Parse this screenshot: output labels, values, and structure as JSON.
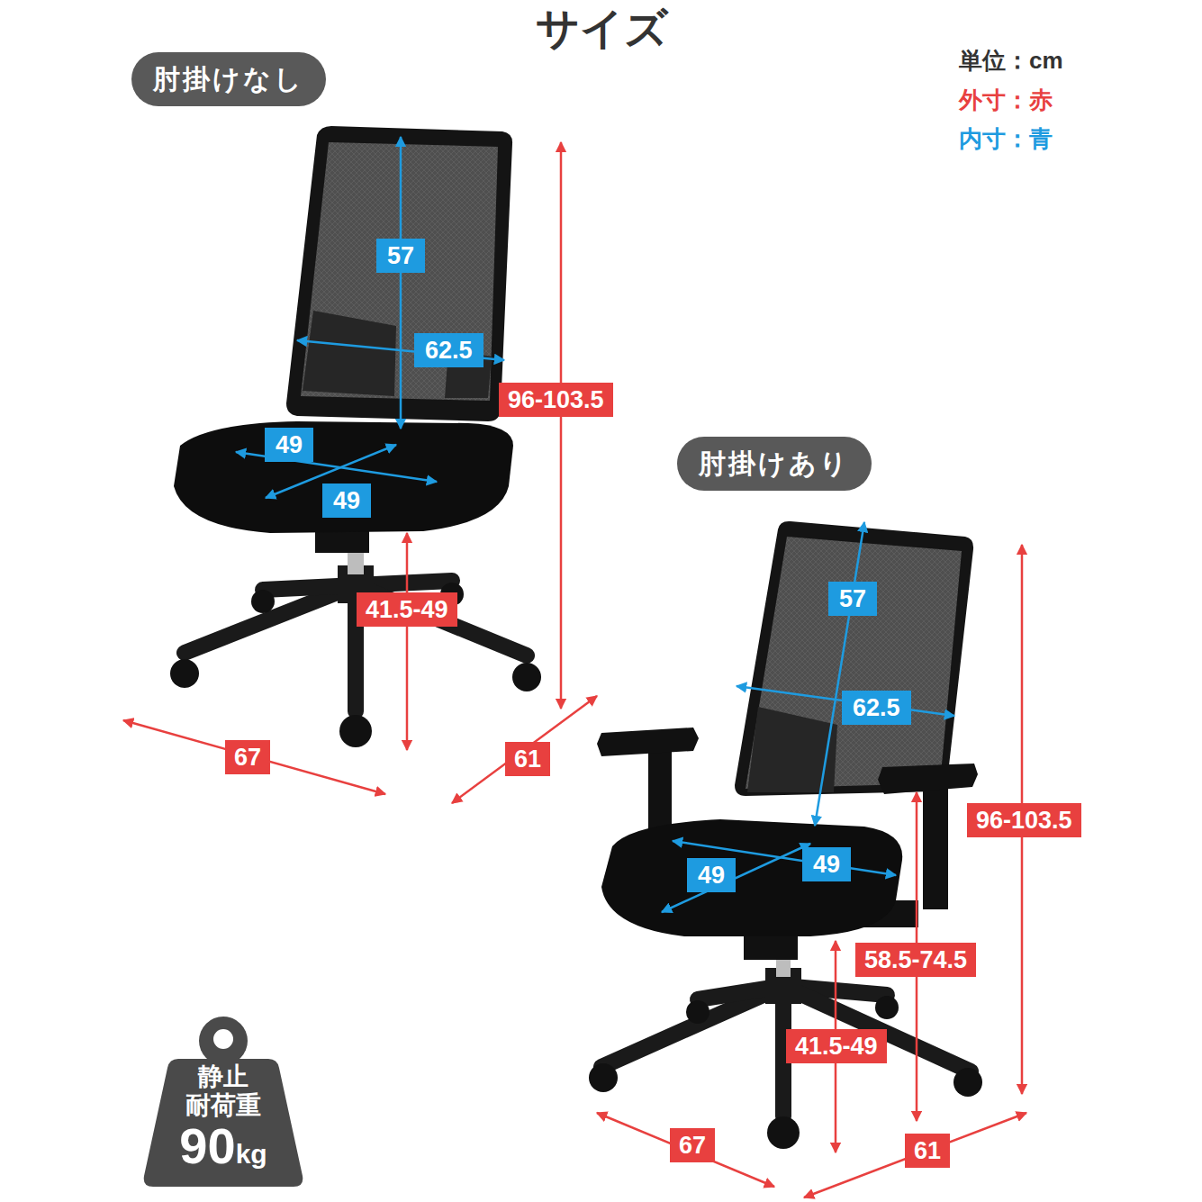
{
  "diagram": {
    "title": "サイズ",
    "nodes": [
      {
        "text": [
          "肘掛けなし"
        ]
      },
      {
        "text": [
          "57"
        ]
      },
      {
        "text": [
          "62.5"
        ]
      },
      {
        "text": [
          "96-103.5"
        ]
      },
      {
        "text": [
          "49"
        ]
      },
      {
        "text": [
          "49"
        ]
      },
      {
        "text": [
          "41.5-49"
        ]
      },
      {
        "text": [
          "67"
        ]
      },
      {
        "text": [
          "61"
        ]
      },
      {
        "text": [
          "肘掛けあり"
        ]
      },
      {
        "text": [
          "57"
        ]
      },
      {
        "text": [
          "62.5"
        ]
      },
      {
        "text": [
          "96-103.5"
        ]
      },
      {
        "text": [
          "49"
        ]
      },
      {
        "text": [
          "49"
        ]
      },
      {
        "text": [
          "58.5-74.5"
        ]
      },
      {
        "text": [
          "41.5-49"
        ]
      },
      {
        "text": [
          "67"
        ]
      },
      {
        "text": [
          "61"
        ]
      },
      {
        "text": [
          "静止 耐荷重",
          "90",
          "kg"
        ]
      }
    ],
    "labels": [
      "単位：cm",
      "外寸：赤",
      "内寸：青"
    ]
  }
}
